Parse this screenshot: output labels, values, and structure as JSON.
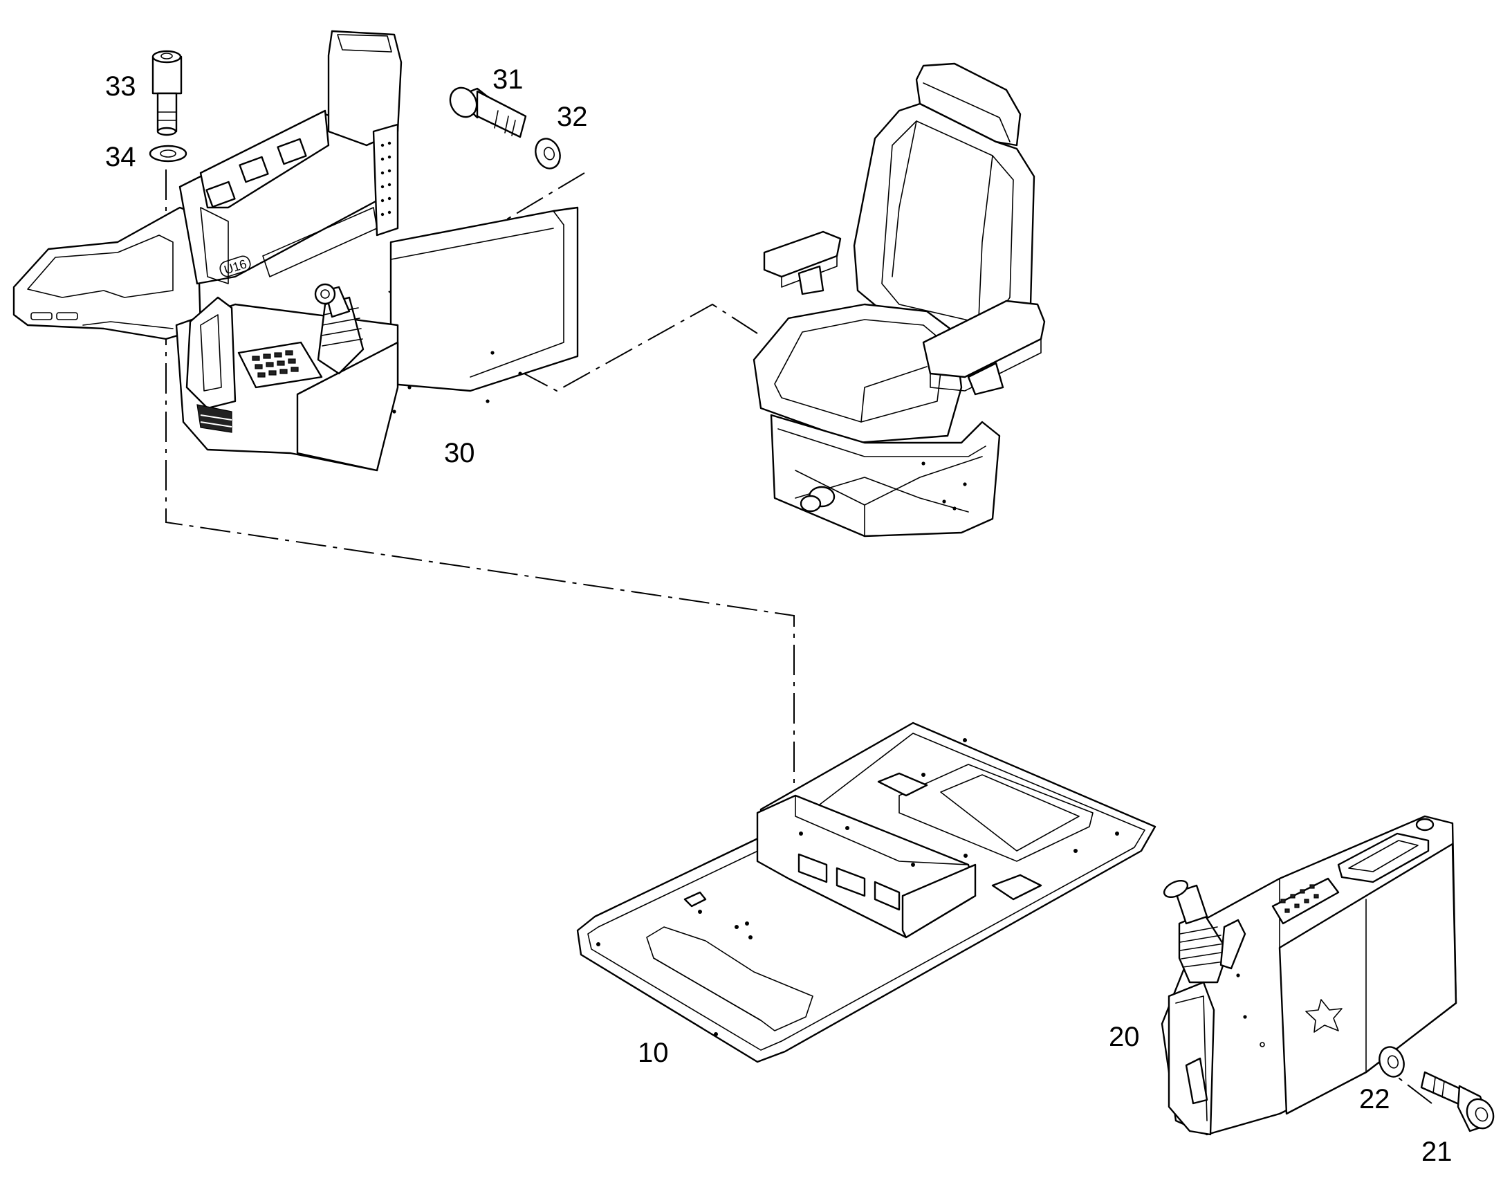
{
  "diagram": {
    "type": "exploded-parts-view",
    "line_color": "#000000",
    "background": "#ffffff",
    "parts": [
      {
        "id": "floor-plate",
        "callout": "10"
      },
      {
        "id": "right-control-console",
        "callout": "20"
      },
      {
        "id": "right-console-bolt",
        "callout": "21"
      },
      {
        "id": "right-console-washer",
        "callout": "22"
      },
      {
        "id": "left-control-console",
        "callout": "30"
      },
      {
        "id": "left-console-bolt",
        "callout": "31"
      },
      {
        "id": "left-console-washer",
        "callout": "32"
      },
      {
        "id": "socket-head-screw",
        "callout": "33"
      },
      {
        "id": "screw-washer",
        "callout": "34"
      },
      {
        "id": "operator-seat",
        "callout": ""
      }
    ],
    "embossed_mark": "U16"
  }
}
